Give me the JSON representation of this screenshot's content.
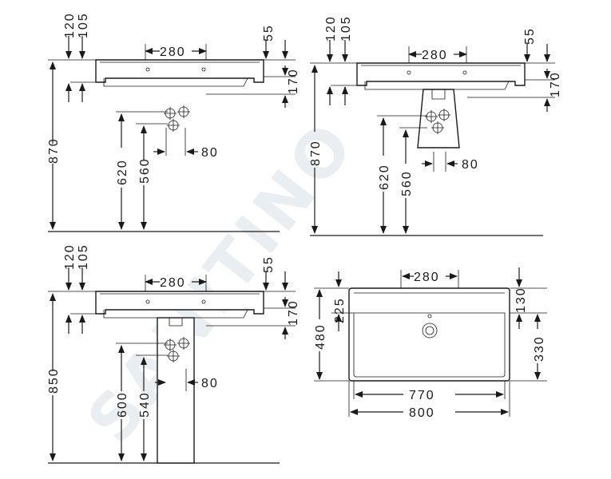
{
  "watermark": "SANITINO",
  "views": {
    "top_left": {
      "dims": {
        "d120": "120",
        "d105": "105",
        "d55": "55",
        "d280": "280",
        "d170": "170",
        "d870": "870",
        "d620": "620",
        "d560": "560",
        "d80": "80"
      }
    },
    "top_right": {
      "dims": {
        "d120": "120",
        "d105": "105",
        "d55": "55",
        "d280": "280",
        "d170": "170",
        "d870": "870",
        "d620": "620",
        "d560": "560",
        "d80": "80"
      }
    },
    "bottom_left": {
      "dims": {
        "d120": "120",
        "d105": "105",
        "d55": "55",
        "d280": "280",
        "d170": "170",
        "d850": "850",
        "d600": "600",
        "d540": "540",
        "d80": "80"
      }
    },
    "plan": {
      "dims": {
        "d280": "280",
        "d225": "225",
        "d480": "480",
        "d130": "130",
        "d330": "330",
        "d770": "770",
        "d800": "800"
      }
    }
  }
}
